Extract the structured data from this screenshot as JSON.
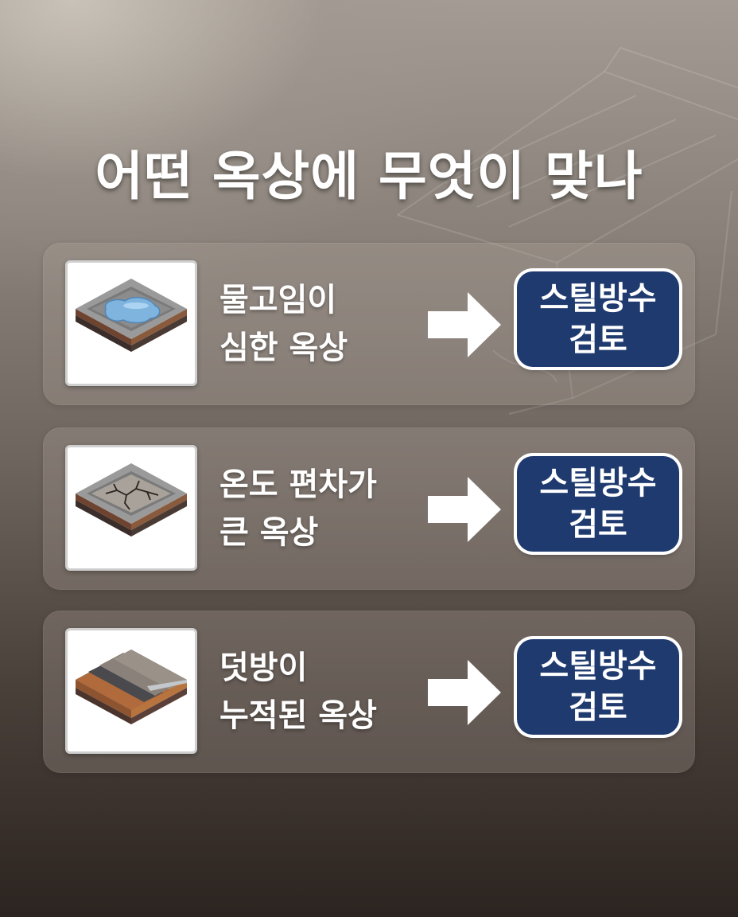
{
  "title": "어떤 옥상에 무엇이 맞나",
  "cards": [
    {
      "illustration": "puddle-roof-icon",
      "lines": [
        "물고임이",
        "심한 옥상"
      ],
      "result_lines": [
        "스틸방수",
        "검토"
      ]
    },
    {
      "illustration": "cracked-roof-icon",
      "lines": [
        "온도 편차가",
        "큰 옥상"
      ],
      "result_lines": [
        "스틸방수",
        "검토"
      ]
    },
    {
      "illustration": "layered-roof-icon",
      "lines": [
        "덧방이",
        "누적된 옥상"
      ],
      "result_lines": [
        "스틸방수",
        "검토"
      ]
    }
  ],
  "colors": {
    "badge": "#1e3a6e",
    "text": "#ffffff",
    "arrow": "#ffffff"
  }
}
